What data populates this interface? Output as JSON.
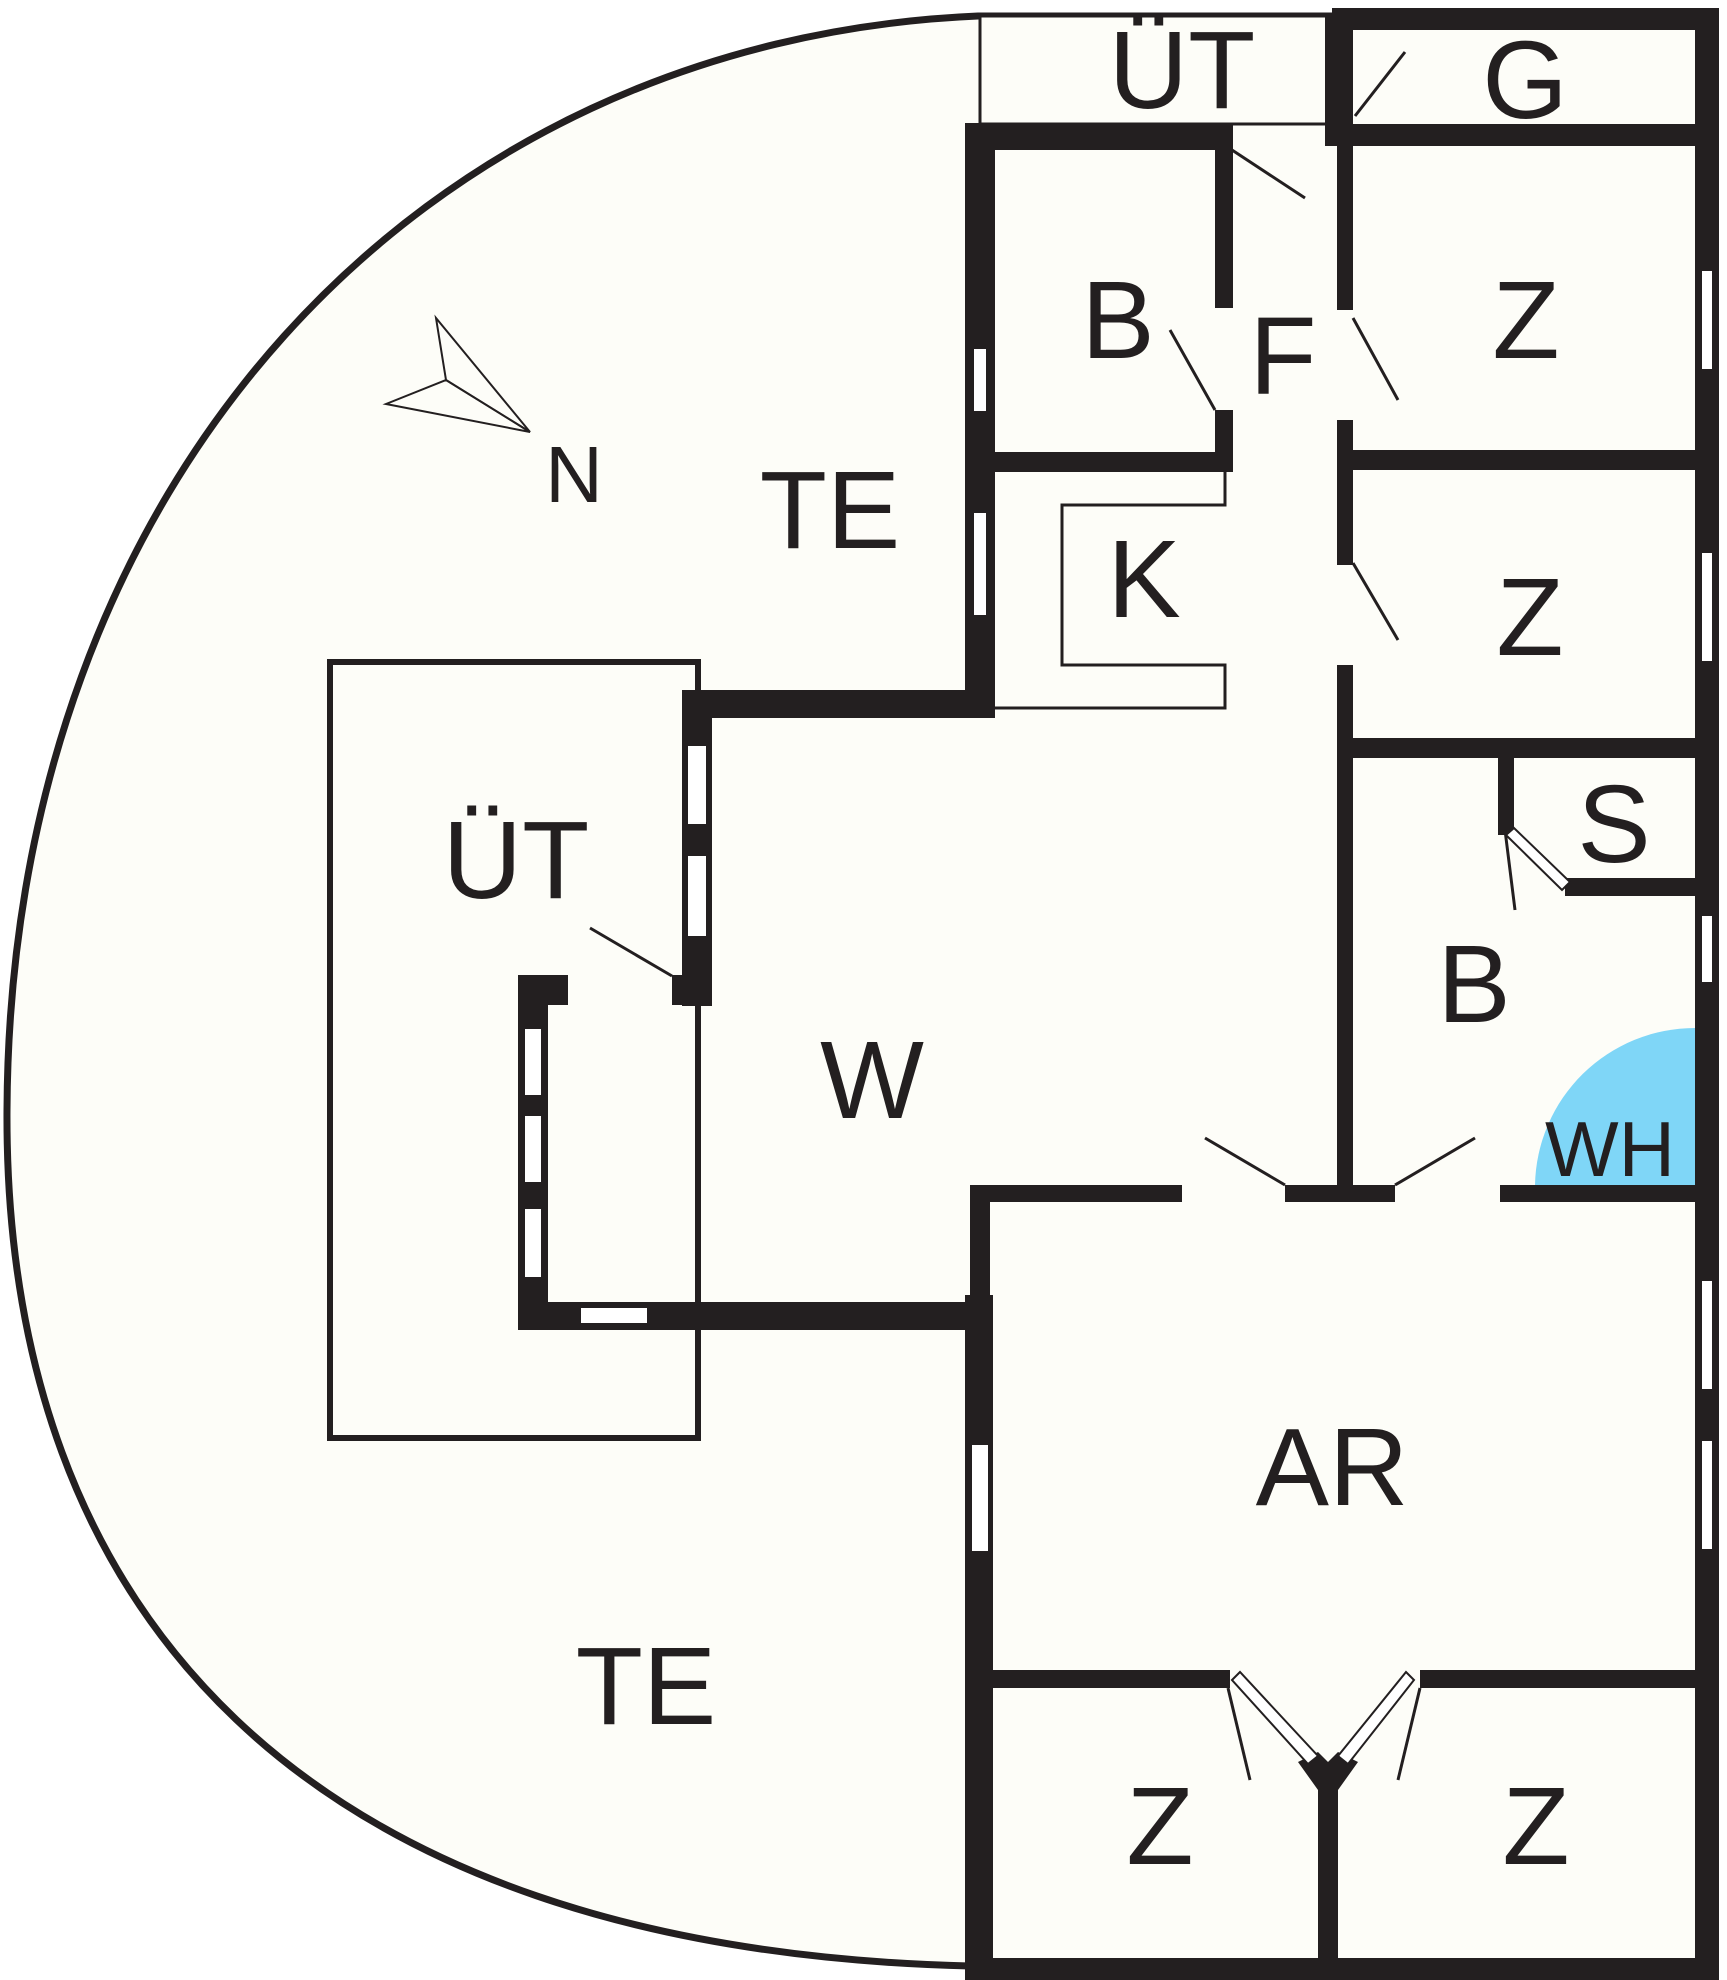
{
  "plan": {
    "rooms": {
      "terrace_top": "TE",
      "terrace_bottom": "TE",
      "covered_top": "ÜT",
      "covered_left": "ÜT",
      "garage": "G",
      "bath_top": "B",
      "hall": "F",
      "bedroom_1": "Z",
      "bedroom_2": "Z",
      "kitchen": "K",
      "storage": "S",
      "bath_right": "B",
      "living": "W",
      "work": "AR",
      "bedroom_3": "Z",
      "bedroom_4": "Z"
    },
    "whirlpool": {
      "label": "WH",
      "color": "#7fd6f7"
    },
    "north": {
      "label": "N"
    },
    "colors": {
      "wall": "#231f20",
      "floor": "#fdfdf8"
    }
  }
}
